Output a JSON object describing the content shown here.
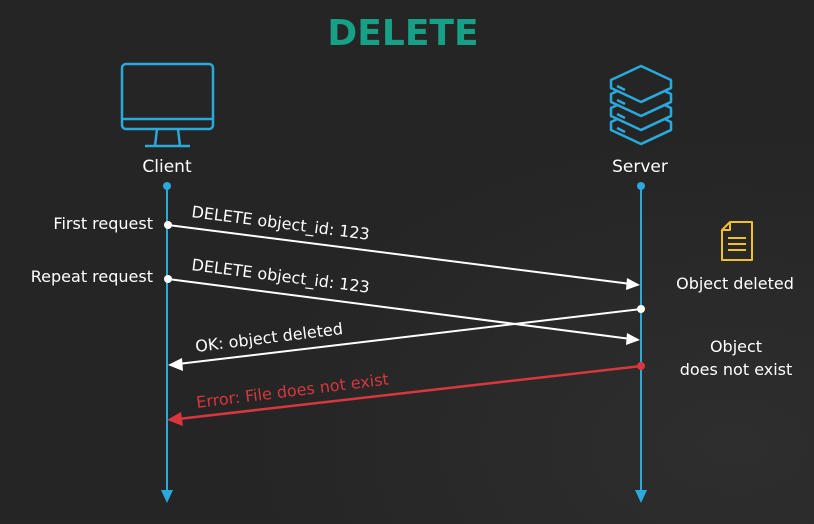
{
  "title": "DELETE",
  "colors": {
    "background": "#252525",
    "title": "#16a085",
    "lifeline": "#29a9dc",
    "message": "#ffffff",
    "error": "#d9363e",
    "document": "#f2c028"
  },
  "actors": {
    "client": {
      "label": "Client",
      "icon": "monitor-icon"
    },
    "server": {
      "label": "Server",
      "icon": "server-stack-icon"
    }
  },
  "left_labels": {
    "first": "First request",
    "repeat": "Repeat request"
  },
  "messages": {
    "first": "DELETE object_id: 123",
    "repeat": "DELETE object_id: 123",
    "ok": "OK: object deleted",
    "error": "Error: File does not exist"
  },
  "notes": {
    "deleted": {
      "label": "Object deleted",
      "icon": "document-icon"
    },
    "not_exist_line1": "Object",
    "not_exist_line2": "does not exist"
  }
}
